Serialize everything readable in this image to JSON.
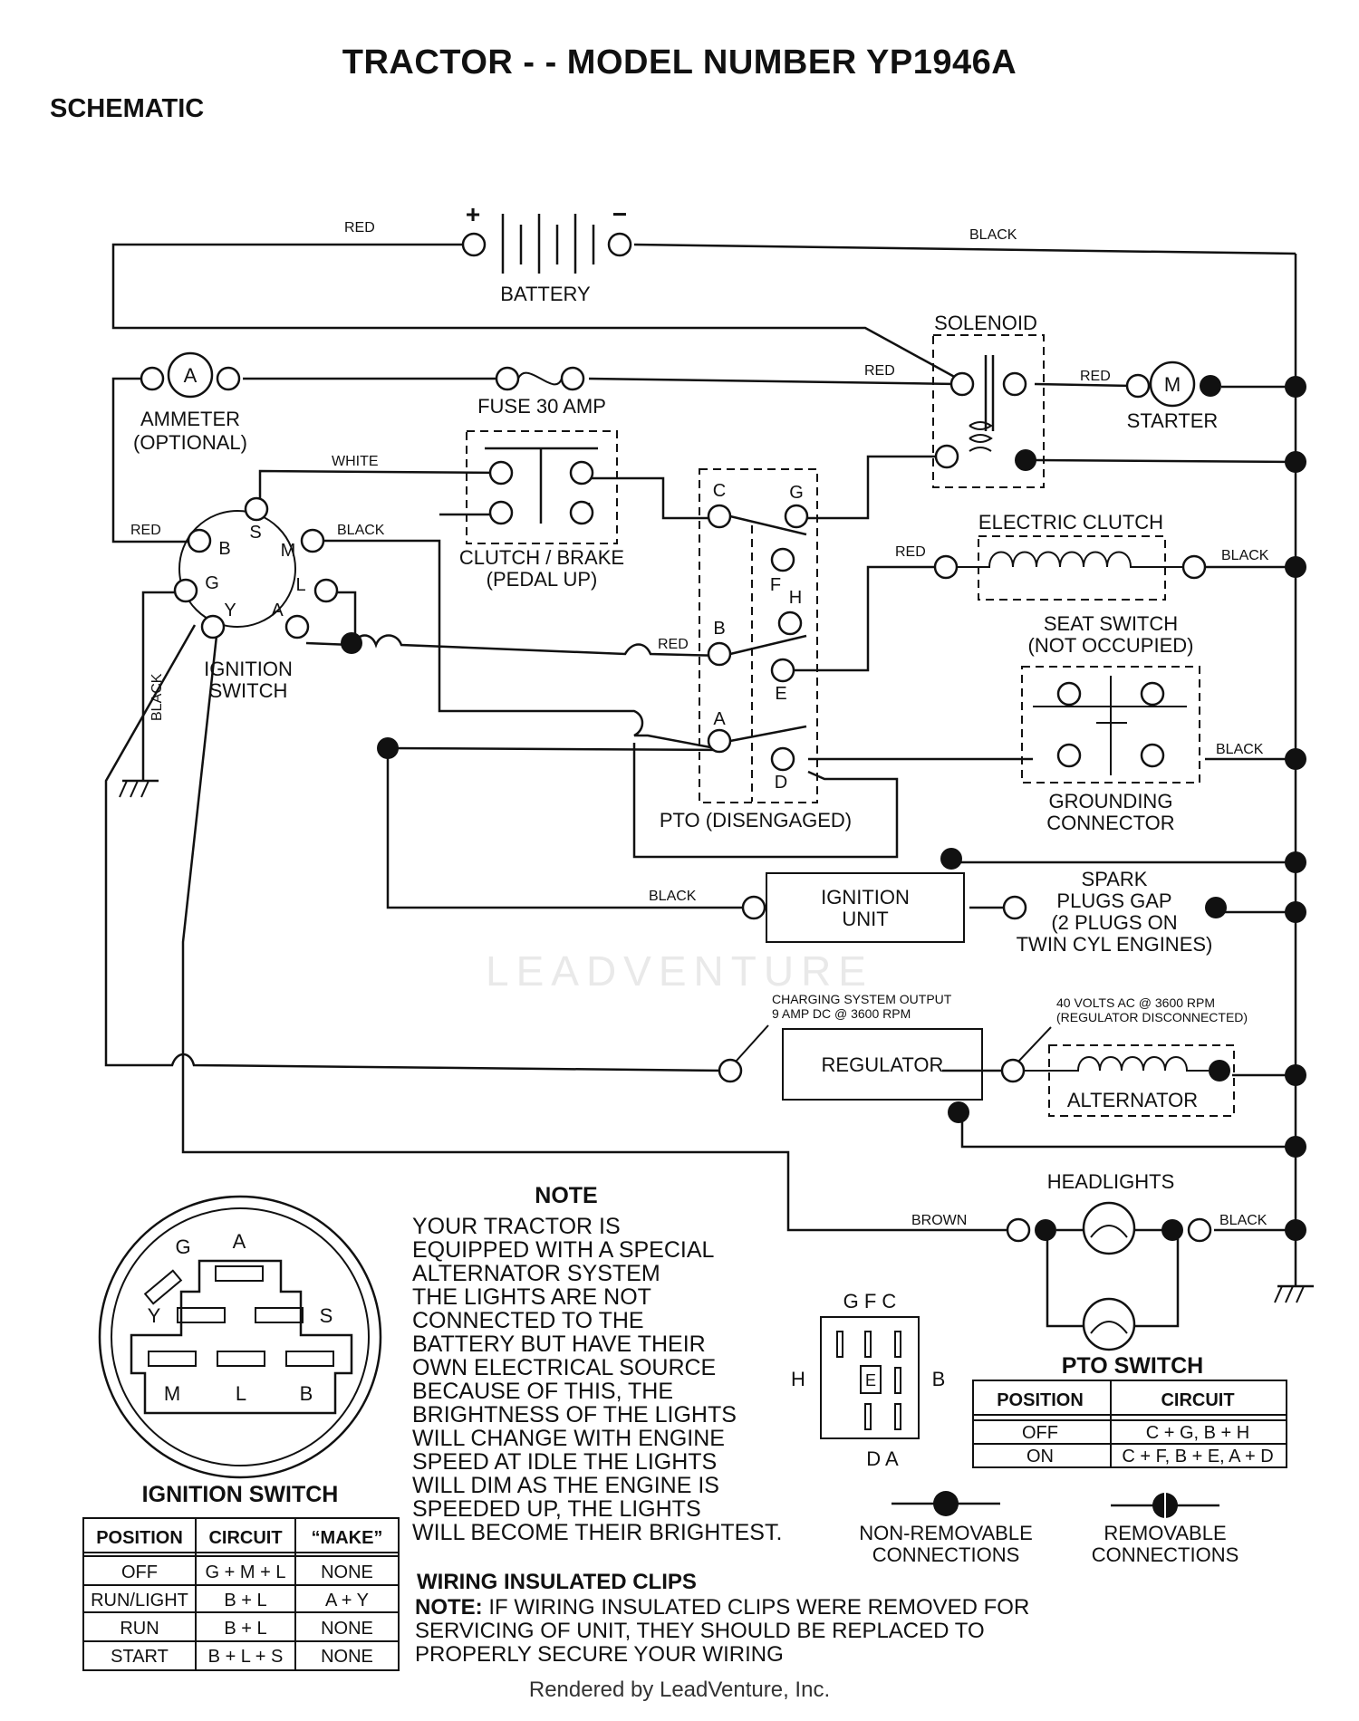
{
  "header": {
    "title": "TRACTOR - - MODEL NUMBER YP1946A",
    "section": "SCHEMATIC"
  },
  "components": {
    "battery": "BATTERY",
    "battery_pos": "+",
    "battery_neg": "−",
    "solenoid": "SOLENOID",
    "ammeter_symbol": "A",
    "ammeter": "AMMETER",
    "ammeter_opt": "(OPTIONAL)",
    "fuse": "FUSE 30 AMP",
    "starter_symbol": "M",
    "starter": "STARTER",
    "clutch_brake": "CLUTCH / BRAKE",
    "clutch_brake_sub": "(PEDAL UP)",
    "electric_clutch": "ELECTRIC CLUTCH",
    "seat_switch": "SEAT SWITCH",
    "seat_switch_sub": "(NOT OCCUPIED)",
    "grounding_connector_1": "GROUNDING",
    "grounding_connector_2": "CONNECTOR",
    "ignition_switch_1": "IGNITION",
    "ignition_switch_2": "SWITCH",
    "pto": "PTO (DISENGAGED)",
    "ignition_unit_1": "IGNITION",
    "ignition_unit_2": "UNIT",
    "spark_1": "SPARK",
    "spark_2": "PLUGS GAP",
    "spark_3": "(2 PLUGS ON",
    "spark_4": "TWIN CYL  ENGINES)",
    "charging_1": "CHARGING SYSTEM OUTPUT",
    "charging_2": "9 AMP DC @ 3600 RPM",
    "volts_1": "40 VOLTS AC @ 3600 RPM",
    "volts_2": "(REGULATOR DISCONNECTED)",
    "regulator": "REGULATOR",
    "alternator": "ALTERNATOR",
    "headlights": "HEADLIGHTS"
  },
  "terminals": {
    "ign_B": "B",
    "ign_S": "S",
    "ign_M": "M",
    "ign_G": "G",
    "ign_L": "L",
    "ign_Y": "Y",
    "ign_A": "A",
    "pto_C": "C",
    "pto_G": "G",
    "pto_F": "F",
    "pto_H": "H",
    "pto_B": "B",
    "pto_E": "E",
    "pto_A": "A",
    "pto_D": "D"
  },
  "wire_labels": {
    "red_batt": "RED",
    "black_batt": "BLACK",
    "red_solenoid": "RED",
    "red_starter": "RED",
    "white": "WHITE",
    "red_ign": "RED",
    "black_ign": "BLACK",
    "black_ground": "BLACK",
    "red_pto": "RED",
    "red_clutch": "RED",
    "black_clutch": "BLACK",
    "black_seat": "BLACK",
    "black_ignunit": "BLACK",
    "brown": "BROWN",
    "black_head": "BLACK"
  },
  "note": {
    "title": "NOTE",
    "lines": [
      "YOUR TRACTOR IS",
      "EQUIPPED WITH A SPECIAL",
      "ALTERNATOR SYSTEM",
      "THE LIGHTS ARE NOT",
      "CONNECTED TO THE",
      "BATTERY  BUT HAVE THEIR",
      "OWN ELECTRICAL SOURCE",
      "BECAUSE OF THIS, THE",
      "BRIGHTNESS OF THE LIGHTS",
      "WILL CHANGE WITH ENGINE",
      "SPEED   AT IDLE THE LIGHTS",
      "WILL DIM   AS THE ENGINE IS",
      "SPEEDED UP, THE LIGHTS",
      "WILL BECOME THEIR BRIGHTEST."
    ]
  },
  "plug_diagram": {
    "A": "A",
    "G": "G",
    "Y": "Y",
    "S": "S",
    "M": "M",
    "L": "L",
    "B": "B"
  },
  "pto_plug": {
    "top": "G  F  C",
    "left": "H",
    "right": "B",
    "center": "E",
    "bottom": "D  A"
  },
  "ignition_table": {
    "title": "IGNITION SWITCH",
    "headers": [
      "POSITION",
      "CIRCUIT",
      "“MAKE”"
    ],
    "rows": [
      [
        "OFF",
        "G + M + L",
        "NONE"
      ],
      [
        "RUN/LIGHT",
        "B + L",
        "A + Y"
      ],
      [
        "RUN",
        "B + L",
        "NONE"
      ],
      [
        "START",
        "B + L + S",
        "NONE"
      ]
    ]
  },
  "pto_table": {
    "title": "PTO SWITCH",
    "headers": [
      "POSITION",
      "CIRCUIT"
    ],
    "rows": [
      [
        "OFF",
        "C + G, B + H"
      ],
      [
        "ON",
        "C + F, B + E, A + D"
      ]
    ]
  },
  "legend": {
    "non_removable_1": "NON-REMOVABLE",
    "non_removable_2": "CONNECTIONS",
    "removable_1": "REMOVABLE",
    "removable_2": "CONNECTIONS"
  },
  "clips": {
    "title": "WIRING INSULATED CLIPS",
    "note_label": "NOTE:",
    "line1": " IF WIRING INSULATED CLIPS WERE REMOVED FOR",
    "line2": "SERVICING OF UNIT, THEY SHOULD BE REPLACED TO",
    "line3": "PROPERLY SECURE YOUR WIRING"
  },
  "watermark": "LEADVENTURE",
  "footer": "Rendered by LeadVenture, Inc."
}
